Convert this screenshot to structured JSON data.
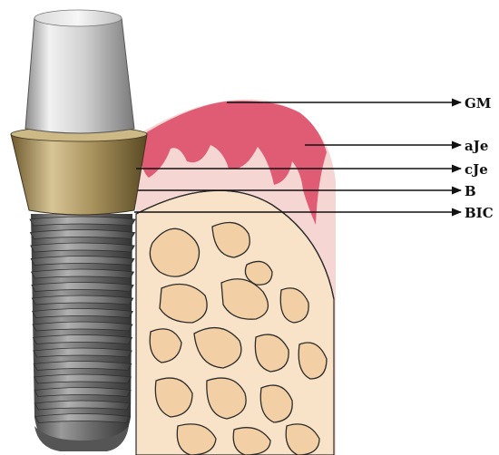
{
  "labels": [
    {
      "id": "gm",
      "text": "GM"
    },
    {
      "id": "aje",
      "text": "aJe"
    },
    {
      "id": "cje",
      "text": "cJe"
    },
    {
      "id": "b",
      "text": "B"
    },
    {
      "id": "bic",
      "text": "BIC"
    }
  ],
  "colors": {
    "bone": "#f7e1c6",
    "trabecula": "#f2cfa6",
    "gingiva": "#f3c9cc",
    "mucosa": "#e25a70",
    "abutment_metal": "#c9c9c9",
    "gold_collar": "#a58f5c",
    "implant_body": "#6f6f6f",
    "leader_line": "#111111"
  }
}
